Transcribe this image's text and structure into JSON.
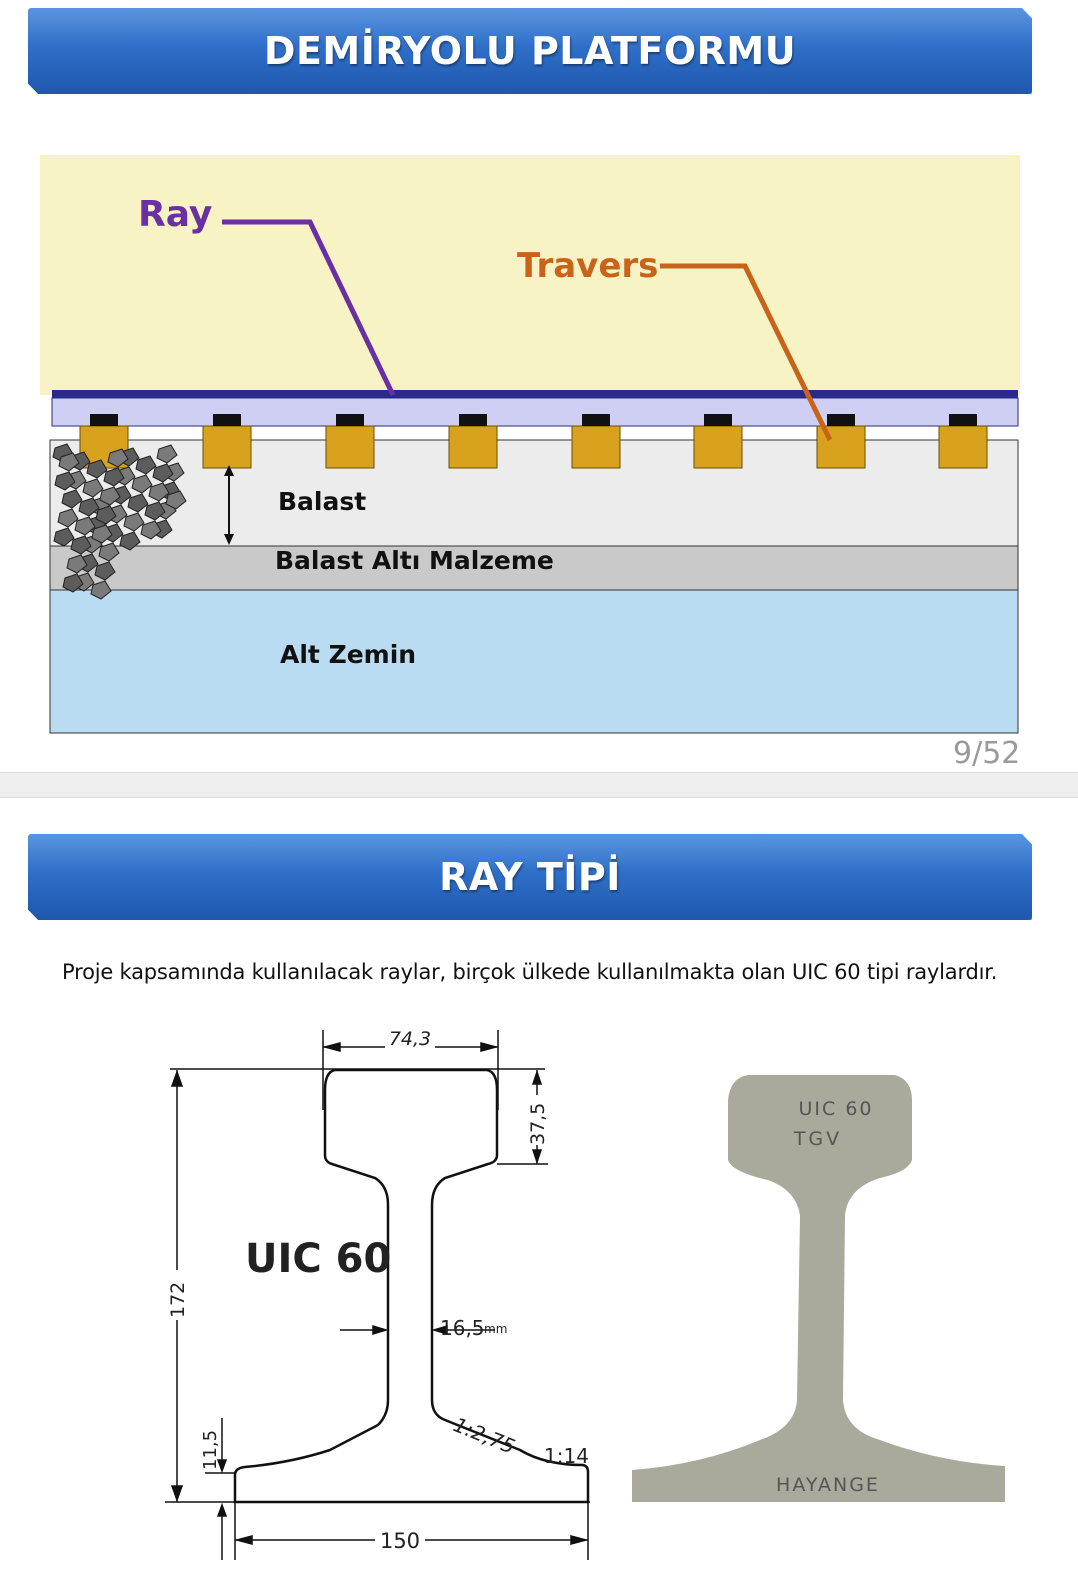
{
  "slides": [
    {
      "title": "DEMİRYOLU PLATFORMU",
      "labels": {
        "ray": "Ray",
        "travers": "Travers",
        "balast": "Balast",
        "balast_alti": "Balast Altı Malzeme",
        "alt_zemin": "Alt Zemin"
      },
      "page_number": "9/52",
      "colors": {
        "ray": "#6a2fa0",
        "travers": "#c8641a",
        "sleeper": "#d9a21e",
        "subgrade": "#b9dcf3"
      }
    },
    {
      "title": "RAY TİPİ",
      "paragraph": "Proje kapsamında kullanılacak raylar, birçok ülkede kullanılmakta olan UIC 60 tipi raylardır.",
      "drawing": {
        "name": "UIC 60",
        "head_width": "74,3",
        "head_height": "37,5",
        "height": "172",
        "web": "16,5",
        "web_unit": "mm",
        "foot_edge": "11,5",
        "slope1": "1:2,75",
        "slope2": "1:14",
        "foot_width": "150"
      },
      "photo": {
        "line1": "UIC 60",
        "line2": "TGV",
        "foot": "HAYANGE"
      }
    }
  ]
}
